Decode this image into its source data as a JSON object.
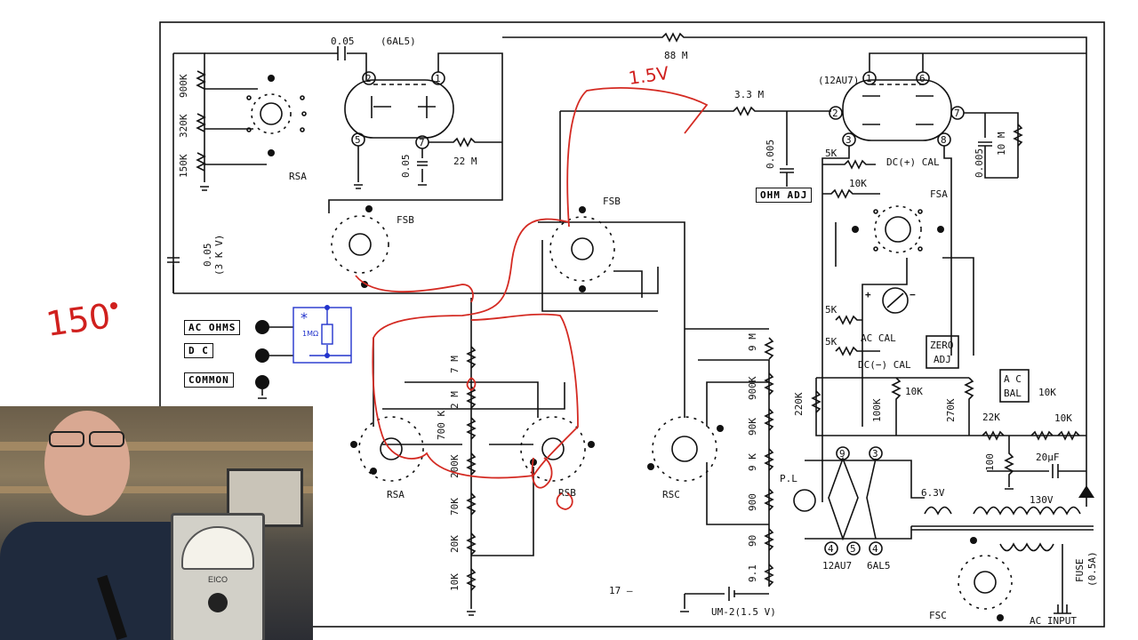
{
  "components": {
    "c_005_top": "0.05",
    "tube_6al5": "(6AL5)",
    "r_88m": "88 M",
    "r_900k": "900K",
    "r_320k": "320K",
    "r_150k": "150K",
    "sw_rsa_top": "RSA",
    "c_005_mid": "0.05",
    "r_22m": "22 M",
    "r_33m": "3.3 M",
    "tube_12au7": "(12AU7)",
    "c_0005_a": "0.005",
    "c_0005_b": "0.005",
    "r_10m": "10 M",
    "r_5k_top": "5K",
    "dc_pos_cal": "DC(+) CAL",
    "r_10k_top": "10K",
    "ohm_adj": "OHM ADJ",
    "fsa": "FSA",
    "fsb_left": "FSB",
    "fsb_right": "FSB",
    "c_005_3kv": "0.05",
    "c_005_3kv_note": "(3 K V)",
    "ac_ohms": "AC OHMS",
    "dc": "D C",
    "common": "COMMON",
    "r_1mohm": "1MΩ",
    "r_7m": "7 M",
    "r_2m": "2 M",
    "r_700k": "700 K",
    "r_200k": "200K",
    "r_70k": "70K",
    "r_20k": "20K",
    "r_10k_bot": "10K",
    "sw_rsa": "RSA",
    "sw_rsb": "RSB",
    "sw_rsc": "RSC",
    "r_9m": "9 M",
    "r_900k_b": "900K",
    "r_90k": "90K",
    "r_9k": "9 K",
    "r_900": "900",
    "r_90": "90",
    "r_91": "9.1",
    "battery": "UM-2(1.5 V)",
    "page_no": "17 —",
    "r_5k_a": "5K",
    "r_5k_b": "5K",
    "ac_cal": "AC CAL",
    "dc_neg_cal": "DC(−) CAL",
    "zero_adj_1": "ZERO",
    "zero_adj_2": "ADJ",
    "ac_bal_1": "A C",
    "ac_bal_2": "BAL",
    "r_220k": "220K",
    "r_100k": "100K",
    "r_10k_mid": "10K",
    "r_270k": "270K",
    "r_22k": "22K",
    "r_100": "100",
    "r_10k_bal": "10K",
    "r_10k_right": "10K",
    "c_20uf": "20μF",
    "pl": "P.L",
    "v_63": "6.3V",
    "v_130": "130V",
    "tube_12au7_b": "12AU7",
    "tube_6al5_b": "6AL5",
    "fuse": "FUSE",
    "fuse_rating": "(0.5A)",
    "fsc": "FSC",
    "ac_input": "AC INPUT",
    "pin_1": "1",
    "pin_2": "2",
    "pin_5": "5",
    "pin_7": "7",
    "pin_6": "6",
    "pin_3": "3",
    "pin_8": "8",
    "pin_4": "4",
    "pin_9": "9"
  },
  "annotations": {
    "red_15v": "1.5V",
    "red_150": "150"
  },
  "webcam": {
    "meter_brand": "EICO"
  },
  "colors": {
    "ink": "#111111",
    "annotation_red": "#d0201e",
    "overlay_blue": "#2233cc"
  }
}
